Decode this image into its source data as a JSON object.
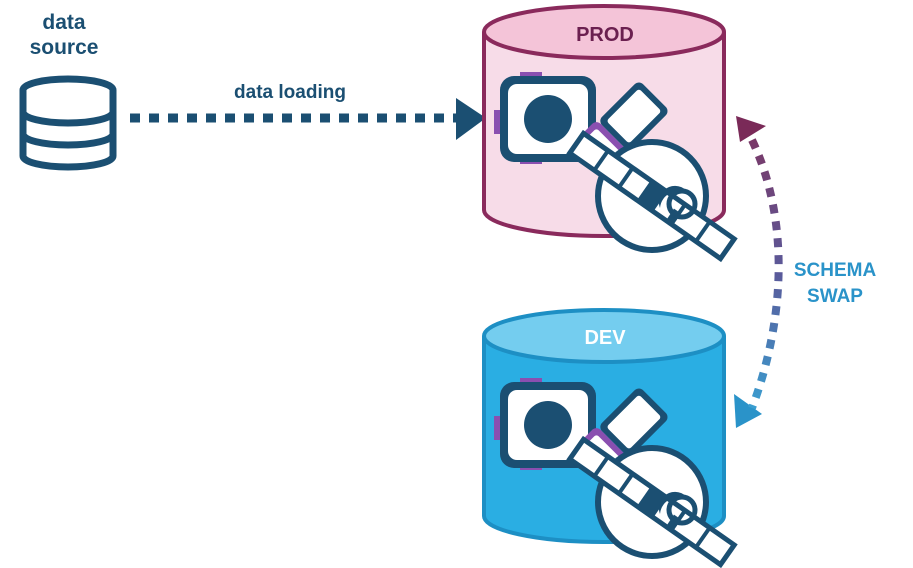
{
  "source": {
    "label": "data\nsource"
  },
  "arrow_load": {
    "label": "data loading"
  },
  "prod": {
    "label": "PROD"
  },
  "dev": {
    "label": "DEV"
  },
  "swap": {
    "label": "SCHEMA\nSWAP"
  },
  "colors": {
    "navy": "#1b4f72",
    "prod_fill": "#f7dce8",
    "prod_stroke": "#8a2a5c",
    "dev_fill": "#2aaee3",
    "dev_top": "#74cdef",
    "dev_stroke": "#1d8fc4",
    "purple": "#8a4fb0",
    "swap_text": "#2a93c9"
  },
  "icons": [
    "database-icon",
    "airbyte-connector-icon",
    "satellite-icon"
  ]
}
